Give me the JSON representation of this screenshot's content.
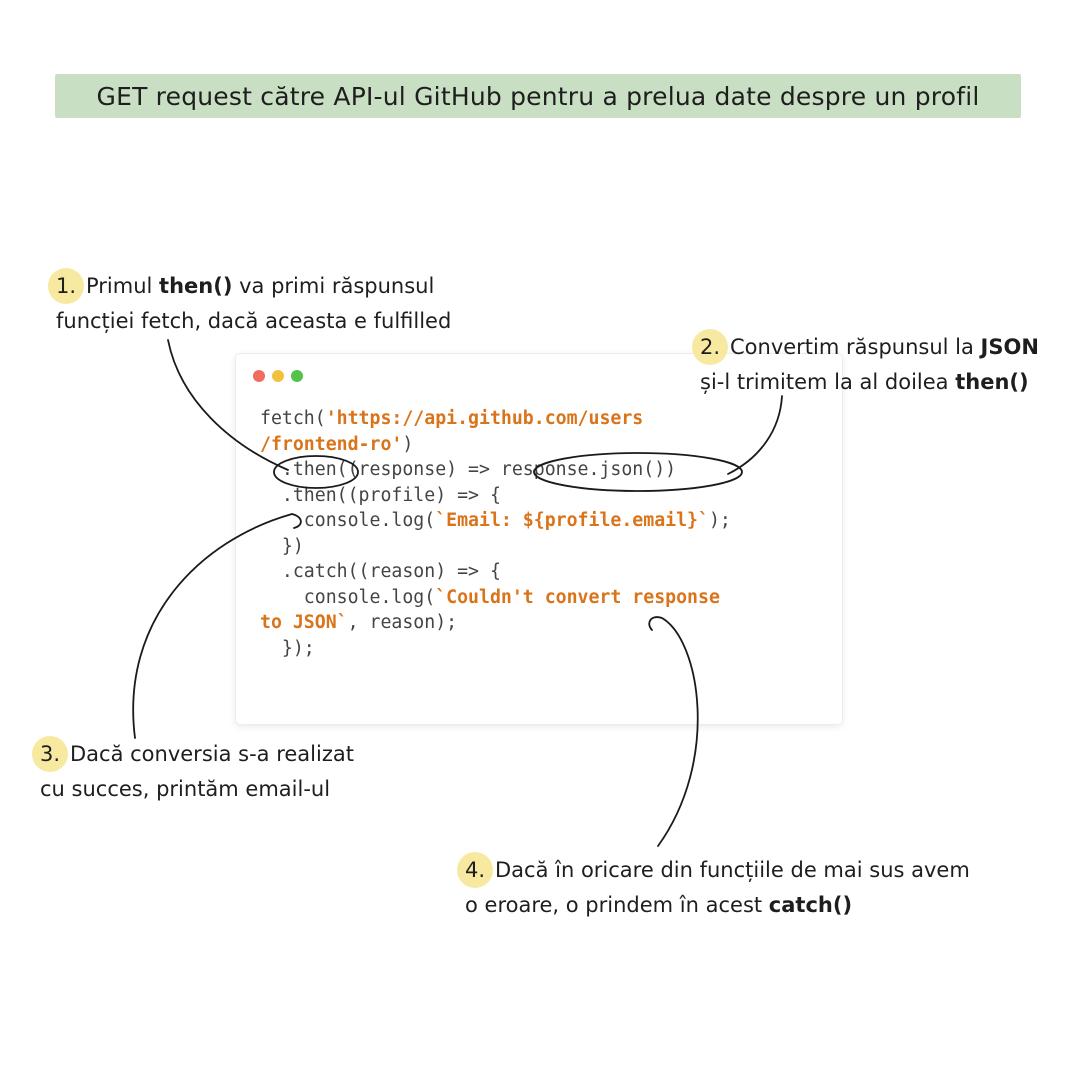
{
  "title": "GET request către API-ul GitHub pentru a prelua date despre un profil",
  "window_dots": [
    "#f26d60",
    "#f1c13c",
    "#55c24a"
  ],
  "code": [
    [
      {
        "t": "fetch("
      },
      {
        "t": "'https://api.github.com/users",
        "s": true
      }
    ],
    [
      {
        "t": "/frontend-ro'",
        "s": true
      },
      {
        "t": ")"
      }
    ],
    [
      {
        "t": "  .then((response) => response.json())"
      }
    ],
    [
      {
        "t": "  .then((profile) => {"
      }
    ],
    [
      {
        "t": "    console.log("
      },
      {
        "t": "`Email: ${profile.email}`",
        "s": true
      },
      {
        "t": ");"
      }
    ],
    [
      {
        "t": "  })"
      }
    ],
    [
      {
        "t": "  .catch((reason) => {"
      }
    ],
    [
      {
        "t": "    console.log("
      },
      {
        "t": "`Couldn't convert response",
        "s": true
      }
    ],
    [
      {
        "t": "to JSON`",
        "s": true
      },
      {
        "t": ", reason);"
      }
    ],
    [
      {
        "t": "  });"
      }
    ]
  ],
  "notes": {
    "n1": {
      "num": "1.",
      "line1_pre": "Primul ",
      "line1_bold": "then()",
      "line1_post": " va primi răspunsul",
      "line2": "funcției fetch, dacă aceasta e fulfilled"
    },
    "n2": {
      "num": "2.",
      "line1_pre": "Convertim răspunsul la ",
      "line1_bold": "JSON",
      "line2_pre": "și-l trimitem la al doilea ",
      "line2_bold": "then()"
    },
    "n3": {
      "num": "3.",
      "line1": "Dacă conversia s-a realizat",
      "line2": "cu succes, printăm email-ul"
    },
    "n4": {
      "num": "4.",
      "line1": "Dacă în oricare din funcțiile de mai sus avem",
      "line2_pre": "o eroare, o prindem în acest ",
      "line2_bold": "catch()"
    }
  }
}
